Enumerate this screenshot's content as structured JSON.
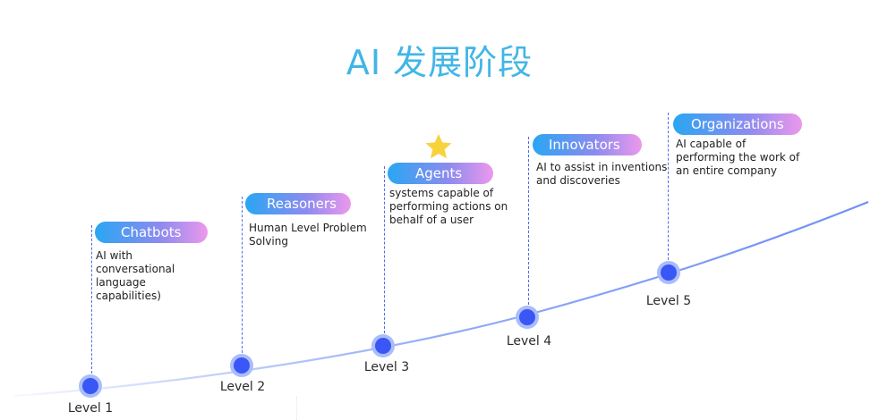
{
  "title": "AI 发展阶段",
  "colors": {
    "title": "#41b6e6",
    "node": "#3a56f5",
    "node_ring": "#a9bdf9",
    "curve": "#6e8ff5",
    "dashed_line": "#4e6df0",
    "pill_gradient": [
      "#29a6f3",
      "#8d8bef",
      "#ec98ec"
    ],
    "star": "#f7d23b"
  },
  "levels": [
    {
      "level": "Level 1",
      "name": "Chatbots",
      "description": "AI with conversational language capabilities)",
      "description_lines": [
        "AI with",
        "conversational",
        "language",
        "capabilities)"
      ]
    },
    {
      "level": "Level 2",
      "name": "Reasoners",
      "description": "Human Level Problem Solving",
      "description_lines": [
        "Human Level Problem",
        "Solving"
      ]
    },
    {
      "level": "Level 3",
      "name": "Agents",
      "description": "systems capable of performing actions on behalf of a user",
      "description_lines": [
        "systems capable of",
        "performing actions on",
        "behalf of a user"
      ],
      "highlight_icon": "star-icon"
    },
    {
      "level": "Level 4",
      "name": "Innovators",
      "description": "AI to assist in inventions and discoveries",
      "description_lines": [
        "AI to assist in inventions",
        "and discoveries"
      ]
    },
    {
      "level": "Level 5",
      "name": "Organizations",
      "description": "AI capable of performing the work of an entire company",
      "description_lines": [
        "AI capable of",
        "performing the work of",
        "an entire company"
      ]
    }
  ]
}
